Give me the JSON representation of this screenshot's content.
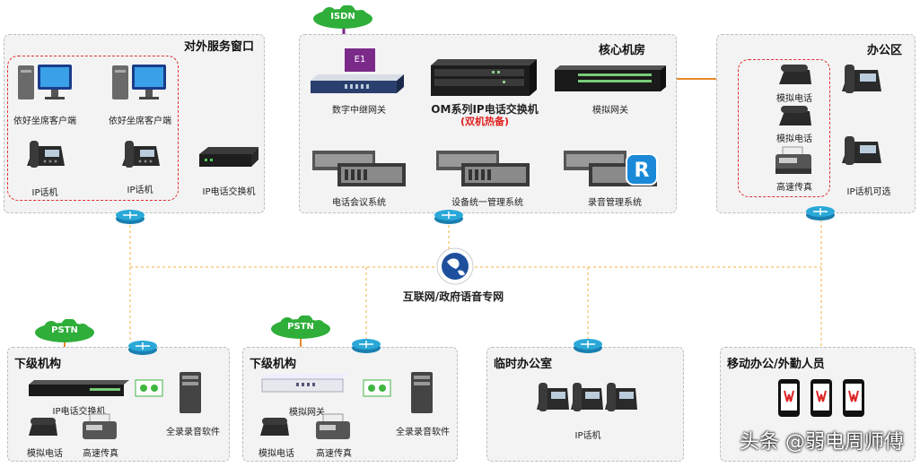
{
  "top_left": {
    "title": "对外服务窗口",
    "agent_pc_1": "依好坐席客户端",
    "agent_pc_2": "依好坐席客户端",
    "ip_phone_1": "IP话机",
    "ip_phone_2": "IP话机",
    "pbx": "IP电话交换机"
  },
  "core": {
    "title": "核心机房",
    "isdn": "ISDN",
    "e1": "E1",
    "trunk_gateway": "数字中继网关",
    "om_switch": "OM系列IP电话交换机",
    "hot_standby": "(双机热备)",
    "analog_gateway": "模拟网关",
    "conference": "电话会议系统",
    "device_mgmt": "设备统一管理系统",
    "recording": "录音管理系统"
  },
  "office": {
    "title": "办公区",
    "analog_phone_1": "模拟电话",
    "analog_phone_2": "模拟电话",
    "fax": "高速传真",
    "ip_phone_optional": "IP话机可选"
  },
  "network": {
    "label": "互联网/政府语音专网"
  },
  "branch1": {
    "title": "下级机构",
    "pstn": "PSTN",
    "pbx": "IP电话交换机",
    "analog_phone": "模拟电话",
    "fax": "高速传真",
    "recording": "全录录音软件"
  },
  "branch2": {
    "title": "下级机构",
    "pstn": "PSTN",
    "gateway": "模拟网关",
    "analog_phone": "模拟电话",
    "fax": "高速传真",
    "recording": "全录录音软件"
  },
  "temp_office": {
    "title": "临时办公室",
    "ip_phone": "IP话机"
  },
  "mobile": {
    "title": "移动办公/外勤人员"
  },
  "watermark": "头条 @弱电周师傅",
  "colors": {
    "panel_bg": "#f3f3f3",
    "red_dashed": "#e03030",
    "orange_line": "#e8892b",
    "yellow_bus": "#f0c43a",
    "cloud_green": "#2fae3a",
    "e1_purple": "#7b2a8a",
    "router_blue": "#2aa8d8"
  }
}
